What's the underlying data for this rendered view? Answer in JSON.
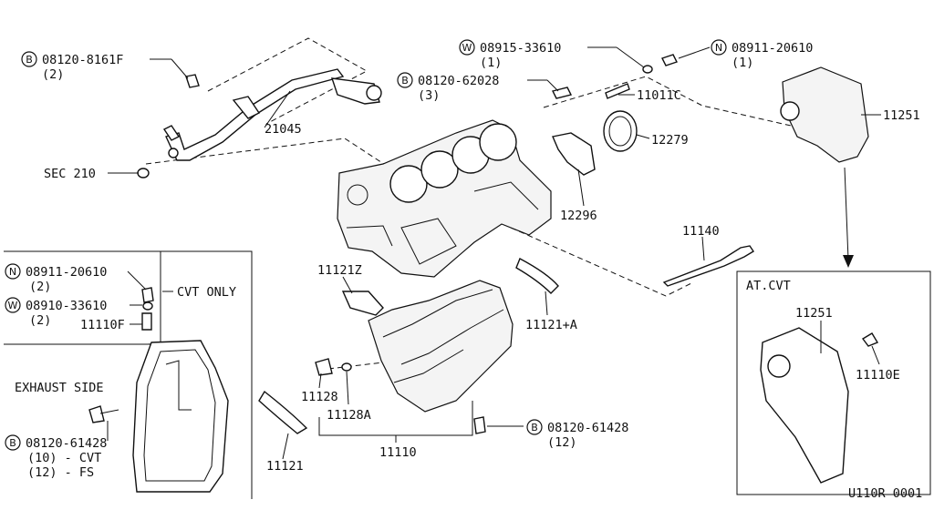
{
  "labels": {
    "b_08120_8161F": "08120-8161F",
    "b_08120_8161F_qty": "(2)",
    "p21045": "21045",
    "sec210": "SEC 210",
    "w_08915": "08915-33610",
    "w_08915_qty": "(1)",
    "n_08911_top": "08911-20610",
    "n_08911_top_qty": "(1)",
    "b_08120_62028": "08120-62028",
    "b_08120_62028_qty": "(3)",
    "p11011C": "11011C",
    "p11251": "11251",
    "p12279": "12279",
    "p12296": "12296",
    "p11140": "11140",
    "p11121Z": "11121Z",
    "p11121A": "11121+A",
    "p11128": "11128",
    "p11128A": "11128A",
    "p11110": "11110",
    "p11121": "11121",
    "b_08120_61428": "08120-61428",
    "b_08120_61428_qty": "(12)",
    "n_08911_left": "08911-20610",
    "n_08911_left_qty": "(2)",
    "w_08910": "08910-33610",
    "w_08910_qty": "(2)",
    "cvt_only": "CVT ONLY",
    "p11110F": "11110F",
    "exhaust_side": "EXHAUST SIDE",
    "b_08120_61428_left": "08120-61428",
    "b_08120_61428_left_q1": "(10) - CVT",
    "b_08120_61428_left_q2": "(12) - FS",
    "at_cvt": "AT.CVT",
    "p11251_inset": "11251",
    "p11110E": "11110E",
    "footer_code": "U110R 0001"
  },
  "symbols": {
    "bolt": "B",
    "washer": "W",
    "nut": "N"
  }
}
